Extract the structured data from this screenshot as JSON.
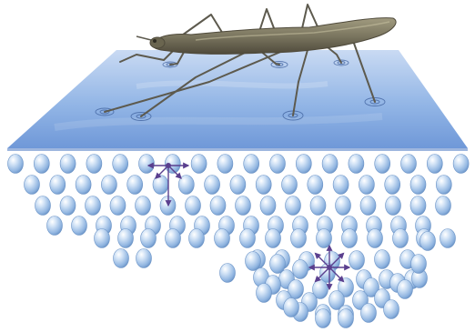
{
  "figure": {
    "subject": "water-strider-surface-tension",
    "labels": []
  },
  "colors": {
    "background": "#ffffff",
    "water_surface_light": "#c9daf3",
    "water_surface_dark": "#6f98d8",
    "water_edge": "#5e86c8",
    "molecule_light": "#eaf3fc",
    "molecule_mid": "#a9c8ea",
    "molecule_dark": "#6b93c6",
    "insect_body": "#7b7660",
    "insect_dark": "#4f4a3b",
    "insect_leg": "#5d5a4e",
    "force_arrow": "#5a3f8e"
  },
  "molecule_rows": [
    {
      "count": 18
    },
    {
      "count": 17
    },
    {
      "count": 17
    },
    {
      "count": 16
    },
    {
      "count": 15
    },
    {
      "count": 14
    },
    {
      "count": 12
    },
    {
      "count": 10
    },
    {
      "count": 7
    }
  ],
  "force_diagrams": [
    {
      "name": "surface-molecule",
      "arrows": 5
    },
    {
      "name": "interior-molecule",
      "arrows": 8
    }
  ]
}
